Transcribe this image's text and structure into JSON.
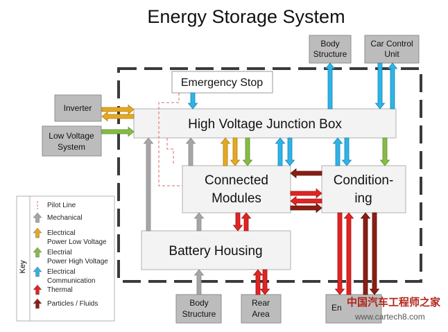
{
  "title": "Energy Storage System",
  "components": {
    "hv_junction_box": "High Voltage Junction Box",
    "emergency_stop": "Emergency Stop",
    "connected_modules": [
      "Connected",
      "Modules"
    ],
    "conditioning": [
      "Condition-",
      "ing"
    ],
    "battery_housing": "Battery Housing",
    "inverter": "Inverter",
    "low_voltage_system": [
      "Low Voltage",
      "System"
    ],
    "body_structure_top": [
      "Body",
      "Structure"
    ],
    "car_control_unit": [
      "Car Control",
      "Unit"
    ],
    "body_structure_bottom": [
      "Body",
      "Structure"
    ],
    "rear_area": [
      "Rear",
      "Area"
    ],
    "environment_partial": "En"
  },
  "key": {
    "title": "Key",
    "items": [
      {
        "label": [
          "Pilot Line"
        ],
        "icon": "pilot-line",
        "color": "#e06666"
      },
      {
        "label": [
          "Mechanical"
        ],
        "icon": "mechanical-arrow",
        "color": "#a6a6a6"
      },
      {
        "label": [
          "Electrical",
          "Power Low Voltage"
        ],
        "icon": "low-voltage-arrow",
        "color": "#e5a823"
      },
      {
        "label": [
          "Electrial",
          "Power High Voltage"
        ],
        "icon": "high-voltage-arrow",
        "color": "#86bb45"
      },
      {
        "label": [
          "Electrical",
          "Communication"
        ],
        "icon": "communication-arrow",
        "color": "#2fb3e6"
      },
      {
        "label": [
          "Thermal"
        ],
        "icon": "thermal-arrow",
        "color": "#e02424"
      },
      {
        "label": [
          "Particles / Fluids"
        ],
        "icon": "fluid-arrow",
        "color": "#8b1e14"
      }
    ]
  },
  "watermark": {
    "line1": "中国汽车工程师之家",
    "line2": "www.cartech8.com"
  },
  "colors": {
    "mechanical": "#a6a6a6",
    "low_voltage": "#e5a823",
    "high_voltage": "#86bb45",
    "communication": "#2fb3e6",
    "thermal": "#e02424",
    "fluid": "#8b1e14",
    "pilot": "#e06666"
  }
}
